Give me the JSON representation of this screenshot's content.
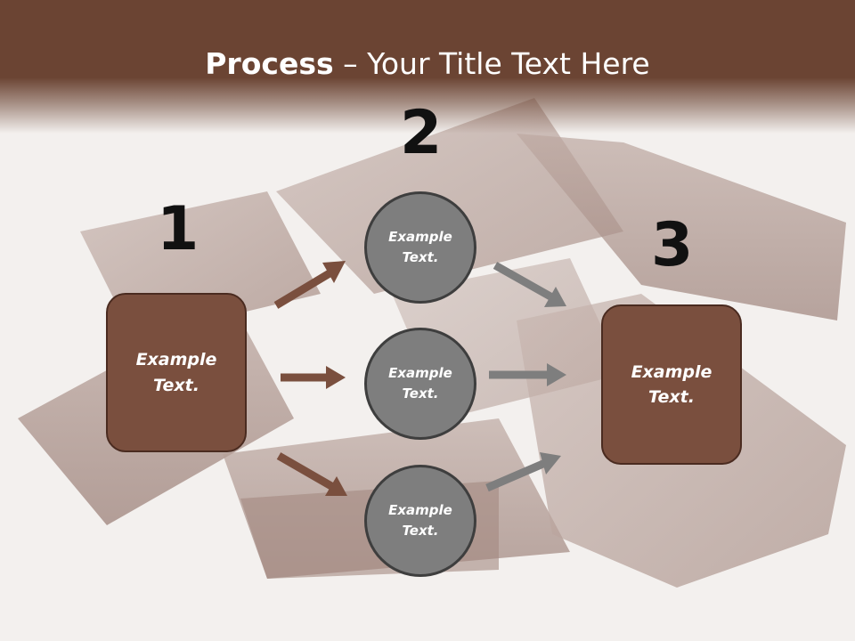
{
  "slide": {
    "title_bold": "Process",
    "title_rest": " – Your Title Text Here"
  },
  "steps": {
    "one": "1",
    "two": "2",
    "three": "3"
  },
  "left_box": {
    "text": "Example\nText."
  },
  "middle_circles": [
    {
      "text": "Example\nText."
    },
    {
      "text": "Example\nText."
    },
    {
      "text": "Example\nText."
    }
  ],
  "right_box": {
    "text": "Example\nText."
  },
  "colors": {
    "band": "#6b4433",
    "box_fill": "#7a4f3e",
    "box_border": "#4a2b20",
    "circle_fill": "#7e7e7e",
    "circle_border": "#3e3e3e",
    "arrow_brown": "#7a4f3e",
    "arrow_gray": "#7e7e7e"
  }
}
